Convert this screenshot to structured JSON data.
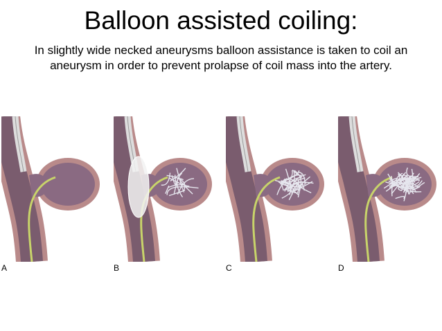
{
  "slide": {
    "title": "Balloon assisted coiling:",
    "subtitle_line1": "In slightly wide necked aneurysms balloon assistance is taken to coil an",
    "subtitle_line2": "aneurysm in order to prevent prolapse of coil mass into the artery."
  },
  "panels": [
    {
      "label": "A",
      "balloon": false,
      "coil_density": 0
    },
    {
      "label": "B",
      "balloon": true,
      "coil_density": 0.35
    },
    {
      "label": "C",
      "balloon": false,
      "coil_density": 0.7
    },
    {
      "label": "D",
      "balloon": false,
      "coil_density": 1.0
    }
  ],
  "colors": {
    "vessel_wall": "#b98a8a",
    "vessel_lumen": "#7a5c6e",
    "sac_fill": "#8a6a82",
    "catheter": "#dddddd",
    "microcatheter": "#c8d46a",
    "coil": "#e6e6ee",
    "balloon": "#f2f2f2"
  }
}
